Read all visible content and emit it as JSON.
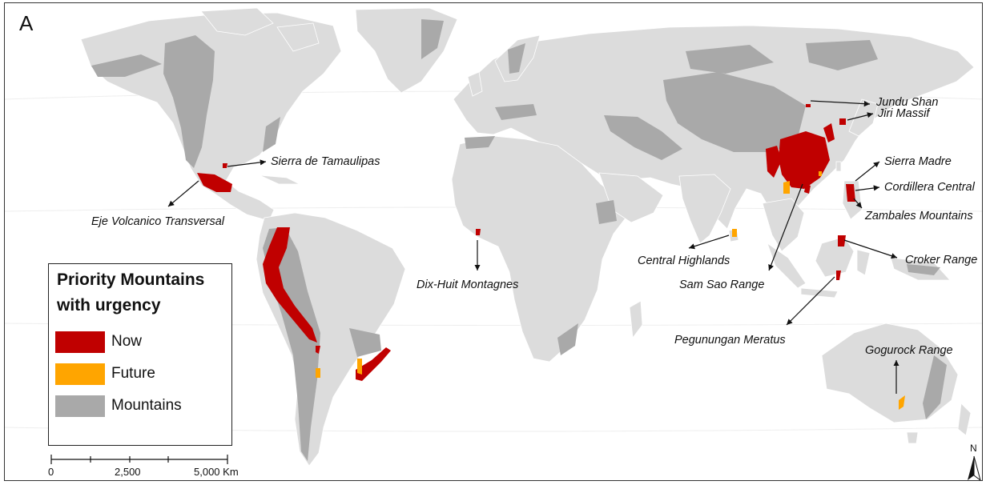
{
  "panel_label": "A",
  "colors": {
    "land": "#dcdcdc",
    "mountains": "#a9a9a9",
    "priority_now": "#c00000",
    "priority_future": "#ffa500",
    "ocean": "#ffffff"
  },
  "callouts": [
    {
      "id": "jundu-shan",
      "text": "Jundu Shan"
    },
    {
      "id": "jiri-massif",
      "text": "Jiri Massif"
    },
    {
      "id": "sierra-madre",
      "text": "Sierra Madre"
    },
    {
      "id": "cordillera-central",
      "text": "Cordillera Central"
    },
    {
      "id": "zambales-mountains",
      "text": "Zambales Mountains"
    },
    {
      "id": "sierra-de-tamaulipas",
      "text": "Sierra de Tamaulipas"
    },
    {
      "id": "eje-volcanico-transversal",
      "text": "Eje Volcanico Transversal"
    },
    {
      "id": "dix-huit-montagnes",
      "text": "Dix-Huit Montagnes"
    },
    {
      "id": "central-highlands",
      "text": "Central Highlands"
    },
    {
      "id": "sam-sao-range",
      "text": "Sam Sao Range"
    },
    {
      "id": "croker-range",
      "text": "Croker Range"
    },
    {
      "id": "pegunungan-meratus",
      "text": "Pegunungan Meratus"
    },
    {
      "id": "gogurock-range",
      "text": "Gogurock Range"
    }
  ],
  "legend": {
    "title_line1": "Priority Mountains",
    "title_line2": "with urgency",
    "items": [
      {
        "label": "Now",
        "color": "#c00000"
      },
      {
        "label": "Future",
        "color": "#ffa500"
      },
      {
        "label": "Mountains",
        "color": "#a9a9a9"
      }
    ]
  },
  "scale_bar": {
    "labels": [
      "0",
      "2,500",
      "5,000 Km"
    ]
  },
  "north_arrow": {
    "label": "N"
  }
}
